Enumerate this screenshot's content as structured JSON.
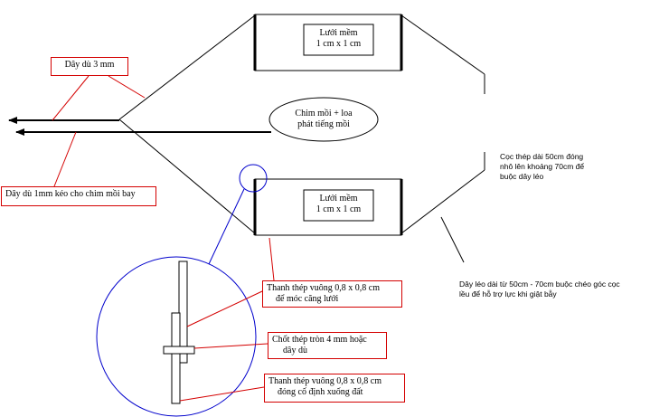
{
  "net_top": {
    "label_line1": "Lưới mềm",
    "label_line2": "1 cm x 1 cm"
  },
  "net_bottom": {
    "label_line1": "Lưới mềm",
    "label_line2": "1 cm x 1 cm"
  },
  "bird": {
    "line1": "Chim mồi + loa",
    "line2": "phát tiếng mồi"
  },
  "labels": {
    "rope3mm": "Dây dù 3 mm",
    "rope1mm": "Dây dù 1mm kéo cho chim mồi bay",
    "stake_note_line1": "Cọc thép dài 50cm đóng",
    "stake_note_line2": "nhô lên khoảng 70cm để",
    "stake_note_line3": "buộc dây léo",
    "guy_note_line1": "Dây léo dài từ 50cm - 70cm buộc chéo góc cọc",
    "guy_note_line2": "lều để hỗ trợ lực khi giật bẫy",
    "rod_hook_line1": "Thanh thép vuông 0,8 x 0,8 cm",
    "rod_hook_line2": "để móc căng lưới",
    "pin_line1": "Chốt thép tròn 4 mm hoặc",
    "pin_line2": "dây dù",
    "rod_ground_line1": "Thanh thép vuông 0,8 x 0,8 cm",
    "rod_ground_line2": "đóng cố định xuống đất"
  },
  "colors": {
    "line": "#000000",
    "callout": "#d40000",
    "detail_circle": "#0000cc"
  }
}
